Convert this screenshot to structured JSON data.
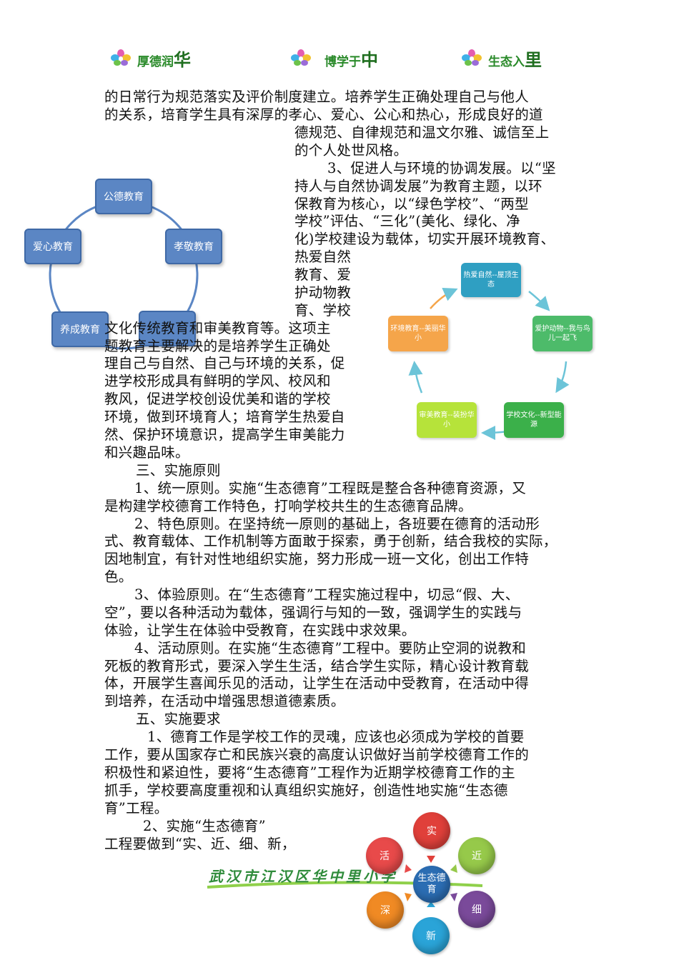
{
  "header": [
    {
      "prefix": "厚德润",
      "big": "华"
    },
    {
      "prefix": "博学于",
      "big": "中"
    },
    {
      "prefix": "生态入",
      "big": "里"
    }
  ],
  "text_block1": [
    "的日常行为规范落实及评价制度建立。培养学生正确处理自己与他人",
    "的关系，培育学生具有深厚的孝心、爱心、公心和热心，形成良好的道",
    "德规范、自律规范和温文尔雅、诚信至上",
    "的个人处世风格。",
    "3、促进人与环境的协调发展。以“坚",
    "持人与自然协调发展”为教育主题，以环",
    "保教育为核心，以“绿色学校”、“两型",
    "学校”评估、“三化”(美化、绿化、净",
    "化)学校建设为载体，切实开展环境教育、",
    "热爱自然",
    "教育、爱",
    "护动物教",
    "育、学校"
  ],
  "text_block2": [
    "文化传统教育和审美教育等。这项主",
    "题教育主要解决的是培养学生正确处",
    "理自己与自然、自己与环境的关系，促",
    "进学校形成具有鲜明的学风、校风和",
    "教风，促进学校创设优美和谐的学校",
    "环境，做到环境育人；培育学生热爱自",
    "然、保护环境意识，提高学生审美能力",
    "和兴趣品味。"
  ],
  "text_block3": [
    "三、实施原则",
    "1、统一原则。实施“生态德育”工程既是整合各种德育资源，又",
    "是构建学校德育工作特色，打响学校共生的生态德育品牌。",
    "2、特色原则。在坚持统一原则的基础上，各班要在德育的活动形",
    "式、教育载体、工作机制等方面敢于探索，勇于创新，结合我校的实际，",
    "因地制宜，有针对性地组织实施，努力形成一班一文化，创出工作特",
    "色。",
    "3、体验原则。在“生态德育”工程实施过程中，切忌“假、大、",
    "空”，要以各种活动为载体，强调行与知的一致，强调学生的实践与",
    "体验，让学生在体验中受教育，在实践中求效果。",
    "4、活动原则。在实施“生态德育”工程中。要防止空洞的说教和",
    "死板的教育形式，要深入学生生活，结合学生实际，精心设计教育载",
    "体，开展学生喜闻乐见的活动，让学生在活动中受教育，在活动中得",
    "到培养，在活动中增强思想道德素质。",
    "五、实施要求",
    "1、德育工作是学校工作的灵魂，应该也必须成为学校的首要",
    "工作，要从国家存亡和民族兴衰的高度认识做好当前学校德育工作的",
    "积极性和紧迫性，要将“生态德育”工程作为近期学校德育工作的主",
    "抓手，学校要高度重视和认真组织实施好，创造性地实施“生态德",
    "育”工程。",
    "2、实施“生态德育”",
    "工程要做到“实、近、细、新，"
  ],
  "cycle_left": {
    "nodes": [
      "公德教育",
      "孝敬教育",
      "",
      "养成教育",
      "爱心教育"
    ]
  },
  "cycle_right": {
    "nodes": [
      "热爱自然--屋顶生态",
      "爱护动物--我与鸟儿一起飞",
      "学校文化--新型能源",
      "审美教育--装扮华小",
      "环境教育--美丽华小"
    ],
    "colors": [
      "#2f9fc2",
      "#4dbb6a",
      "#3bb04a",
      "#b6e33a",
      "#f5a54a"
    ]
  },
  "radial": {
    "center": "生态德育",
    "items": [
      "实",
      "近",
      "细",
      "新",
      "深",
      "活"
    ],
    "colors": [
      "#e0403a",
      "#96c94a",
      "#7a4a9a",
      "#2aa4d8",
      "#f08a24",
      "#e84a4a"
    ]
  },
  "footer": {
    "text": "武汉市江汉区华中里小学"
  }
}
